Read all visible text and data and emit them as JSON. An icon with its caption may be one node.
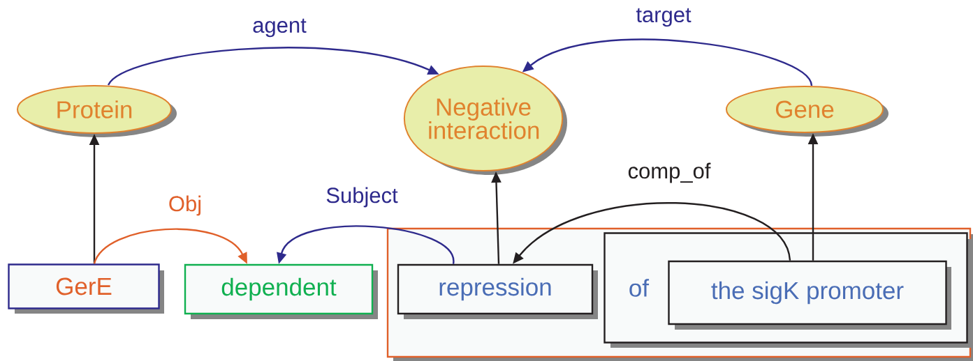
{
  "diagram": {
    "nodes": [
      {
        "text": [
          "Protein"
        ]
      },
      {
        "text": [
          "Negative interaction"
        ]
      },
      {
        "text": [
          "Gene"
        ]
      },
      {
        "text": [
          "GerE"
        ]
      },
      {
        "text": [
          "dependent"
        ]
      },
      {
        "text": [],
        "shape": "box"
      },
      {
        "text": [
          "repression"
        ],
        "in": 5
      },
      {
        "text": [
          "of"
        ],
        "in": 5
      },
      {
        "text": [
          "the sigK promoter"
        ],
        "in": 7
      }
    ],
    "edges": [
      {
        "from": 0,
        "to": 1,
        "arrow": "to",
        "label": "agent",
        "color": "#2e2a8c"
      },
      {
        "from": 2,
        "to": 1,
        "arrow": "to",
        "label": "target",
        "color": "#2e2a8c"
      },
      {
        "from": 3,
        "to": 0,
        "arrow": "to"
      },
      {
        "from": 3,
        "to": 4,
        "arrow": "to",
        "label": "Obj",
        "color": "#e0602a"
      },
      {
        "from": 6,
        "to": 4,
        "arrow": "to",
        "label": "Subject",
        "color": "#2e2a8c"
      },
      {
        "from": 6,
        "to": 1,
        "arrow": "to"
      },
      {
        "from": 8,
        "to": 6,
        "arrow": "to",
        "label": "comp_of"
      },
      {
        "from": 8,
        "to": 2,
        "arrow": "to"
      }
    ]
  }
}
